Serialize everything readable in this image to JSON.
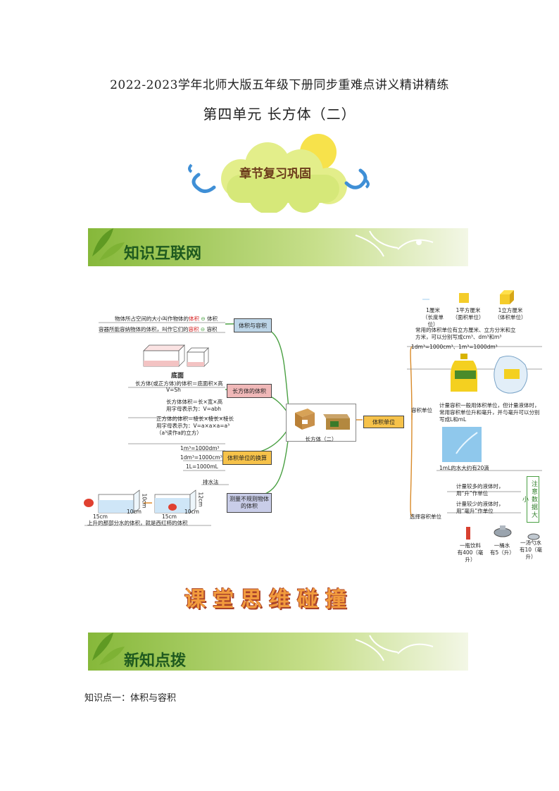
{
  "header": {
    "title": "2022-2023学年北师大版五年级下册同步重难点讲义精讲精练",
    "subtitle": "第四单元  长方体（二）"
  },
  "cloud_badge": "章节复习巩固",
  "banner1": "知识互联网",
  "banner2_word": "课堂思维碰撞",
  "banner3": "新知点拨",
  "section_label": "知识点一：体积与容积",
  "mindmap": {
    "center": "长方体（二）",
    "branch_volume_capacity": {
      "label": "体积与容积",
      "line1_pre": "物体所占空间的大小叫作物体的",
      "line1_red": "体积",
      "line1_tag": "体积",
      "line2_pre": "容器所能容纳物体的体积，叫作它们的",
      "line2_red": "容积",
      "line2_tag": "容积"
    },
    "branch_cuboid_volume": {
      "label": "长方体的体积",
      "base_label": "底面",
      "f1a": "长方体(或正方体)的体积＝底面积×高",
      "f1b": "V=Sh",
      "f2a": "长方体体积＝长×宽×高",
      "f2b": "用字母表示为：V=abh",
      "f3a": "正方体的体积＝棱长×棱长×棱长",
      "f3b": "用字母表示为：V=a×a×a=a³",
      "f3c": "（a³读作a的立方）"
    },
    "branch_unit_conversion": {
      "label": "体积单位的换算",
      "c1": "1m³=1000dm³",
      "c2": "1dm³=1000cm³",
      "c3": "1L=1000mL"
    },
    "branch_irregular": {
      "label": "测量不规则物体的体积",
      "method": "排水法",
      "dim1": "15cm",
      "dim2": "10cm",
      "dim3": "10cm",
      "dim4": "15cm",
      "dim5": "10cm",
      "dim6": "12cm",
      "conclusion": "上升的那部分水的体积，就是西红柿的体积"
    },
    "branch_volume_units": {
      "label": "体积单位",
      "u1a": "1厘米",
      "u1b": "（长度单位）",
      "u2a": "1平方厘米",
      "u2b": "（面积单位）",
      "u3a": "1立方厘米",
      "u3b": "（体积单位）",
      "common1": "常用的体积单位有立方厘米、立方分米和立",
      "common2": "方米，可以分别写成cm³、dm³和m³",
      "relation": "1dm³=1000cm³、1m³=1000dm³",
      "capacity_unit": "容积单位",
      "cap_text1": "计量容积一般用体积单位，但计量液体时，",
      "cap_text2": "常用容积单位升和毫升，并与毫升可以分别",
      "cap_text3": "写成L和mL",
      "drop_text": "1mL的水大约有20滴",
      "choose_unit": "选择容积单位",
      "choose1a": "计量较多的液体时，",
      "choose1b": "用“升”作单位",
      "choose2a": "计量较少的液体时，",
      "choose2b": "用“毫升”作单位",
      "note": "注意数据大小",
      "ex1a": "一瓶饮料",
      "ex1b": "有400（毫升）",
      "ex2a": "一桶水",
      "ex2b": "有5（升）",
      "ex3a": "一汤勺水",
      "ex3b": "有10（毫升）"
    }
  },
  "colors": {
    "banner_green": "#8fbf3a",
    "box_blue": "#bcd5e8",
    "box_pink": "#f0b8b8",
    "box_yellow": "#f6c24a",
    "box_lilac": "#c9cde8",
    "accent_red": "#d41d1d"
  }
}
